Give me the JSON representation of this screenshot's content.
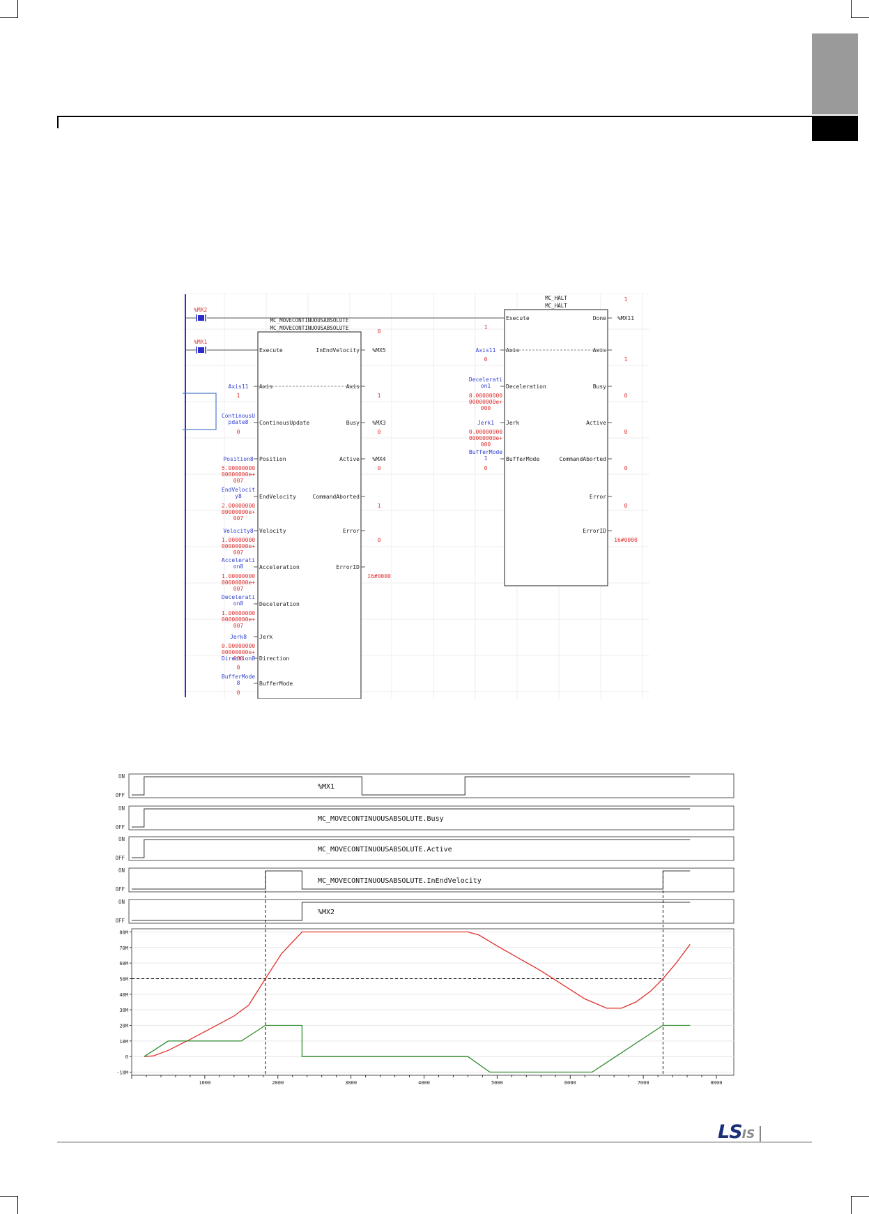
{
  "ladder": {
    "contacts": [
      {
        "label": "%MX2"
      },
      {
        "label": "%MX1"
      }
    ],
    "left_block": {
      "title": "MC_MOVECONTINUOUSABSOLUTE",
      "instance": "MC_MOVECONTINUOUSABSOLUTE",
      "inputs": [
        {
          "pin": "Execute",
          "var": "",
          "value": ""
        },
        {
          "pin": "Axis",
          "var": "Axis11",
          "value": "1"
        },
        {
          "pin": "ContinousUpdate",
          "var": "ContinousU\npdate8",
          "value": "0"
        },
        {
          "pin": "Position",
          "var": "Position8",
          "value": "5.00000000\n00000000e+\n007"
        },
        {
          "pin": "EndVelocity",
          "var": "EndVelocit\ny8",
          "value": "2.00000000\n00000000e+\n007"
        },
        {
          "pin": "Velocity",
          "var": "Velocity8",
          "value": "1.00000000\n00000000e+\n007"
        },
        {
          "pin": "Acceleration",
          "var": "Accelerati\non8",
          "value": "1.00000000\n00000000e+\n007"
        },
        {
          "pin": "Deceleration",
          "var": "Decelerati\non8",
          "value": "1.00000000\n00000000e+\n007"
        },
        {
          "pin": "Jerk",
          "var": "Jerk8",
          "value": "0.00000000\n00000000e+\n000"
        },
        {
          "pin": "Direction",
          "var": "Direction8",
          "value": "0"
        },
        {
          "pin": "BufferMode",
          "var": "BufferMode\n8",
          "value": "0"
        }
      ],
      "outputs": [
        {
          "pin": "InEndVelocity",
          "var": "%MX5",
          "value": "0"
        },
        {
          "pin": "Axis",
          "var": "",
          "value": "1"
        },
        {
          "pin": "Busy",
          "var": "%MX3",
          "value": "0"
        },
        {
          "pin": "Active",
          "var": "%MX4",
          "value": "0"
        },
        {
          "pin": "CommandAborted",
          "var": "",
          "value": "1"
        },
        {
          "pin": "Error",
          "var": "",
          "value": "0"
        },
        {
          "pin": "ErrorID",
          "var": "",
          "value": "16#0000"
        }
      ]
    },
    "right_block": {
      "title": "MC_HALT",
      "instance": "MC_HALT",
      "inputs": [
        {
          "pin": "Execute",
          "var": "",
          "value": "1"
        },
        {
          "pin": "Axis",
          "var": "Axis11",
          "value": "0"
        },
        {
          "pin": "Deceleration",
          "var": "Decelerati\non1",
          "value": "0.00000000\n00000000e+\n000"
        },
        {
          "pin": "Jerk",
          "var": "Jerk1",
          "value": "0.00000000\n00000000e+\n000"
        },
        {
          "pin": "BufferMode",
          "var": "BufferMode\n1",
          "value": "0"
        }
      ],
      "outputs": [
        {
          "pin": "Done",
          "var": "%MX11",
          "value": "1"
        },
        {
          "pin": "Axis",
          "var": "",
          "value": "1"
        },
        {
          "pin": "Busy",
          "var": "",
          "value": "0"
        },
        {
          "pin": "Active",
          "var": "",
          "value": "0"
        },
        {
          "pin": "CommandAborted",
          "var": "",
          "value": "0"
        },
        {
          "pin": "Error",
          "var": "",
          "value": "0"
        },
        {
          "pin": "ErrorID",
          "var": "",
          "value": "16#0000"
        }
      ]
    }
  },
  "timing": {
    "on_label": "ON",
    "off_label": "OFF",
    "signals": [
      {
        "name": "%MX1",
        "x": [
          0,
          170,
          170,
          3150,
          3150,
          4560,
          4560,
          7640
        ],
        "level": [
          0,
          0,
          1,
          1,
          0,
          0,
          1,
          1
        ]
      },
      {
        "name": "MC_MOVECONTINUOUSABSOLUTE.Busy",
        "x": [
          0,
          170,
          170,
          7640
        ],
        "level": [
          0,
          0,
          1,
          1
        ]
      },
      {
        "name": "MC_MOVECONTINUOUSABSOLUTE.Active",
        "x": [
          0,
          170,
          170,
          7640
        ],
        "level": [
          0,
          0,
          1,
          1
        ]
      },
      {
        "name": "MC_MOVECONTINUOUSABSOLUTE.InEndVelocity",
        "x": [
          0,
          1830,
          1830,
          2330,
          2330,
          7270,
          7270,
          7640
        ],
        "level": [
          0,
          0,
          1,
          1,
          0,
          0,
          1,
          1
        ]
      },
      {
        "name": "%MX2",
        "x": [
          0,
          2330,
          2330,
          7640
        ],
        "level": [
          0,
          0,
          1,
          1
        ]
      }
    ]
  },
  "chart_data": {
    "type": "line",
    "x_ticks": [
      "1000",
      "2000",
      "3000",
      "4000",
      "5000",
      "6000",
      "7000",
      "8000"
    ],
    "y_ticks": [
      "80M",
      "70M",
      "60M",
      "50M",
      "40M",
      "30M",
      "20M",
      "10M",
      "0",
      "-10M"
    ],
    "xlim": [
      0,
      8000
    ],
    "ylim": [
      -12,
      82
    ],
    "reference_lines": {
      "y": 50,
      "x": [
        1830,
        7270
      ]
    },
    "series": [
      {
        "color": "#e0302a",
        "x": [
          170,
          300,
          500,
          800,
          1000,
          1200,
          1400,
          1600,
          1830,
          2050,
          2330,
          3000,
          4000,
          4600,
          4750,
          5000,
          5300,
          5600,
          5900,
          6200,
          6500,
          6700,
          6900,
          7100,
          7270,
          7450,
          7640
        ],
        "y": [
          0,
          0.5,
          4,
          11,
          16,
          21,
          26,
          33,
          50,
          66,
          80,
          80,
          80,
          80,
          78,
          71,
          63,
          55,
          46,
          37,
          31,
          31,
          35,
          42,
          50,
          60,
          72
        ]
      },
      {
        "color": "#2c8a2c",
        "x": [
          170,
          500,
          1000,
          1500,
          1830,
          2330,
          2330,
          4600,
          4900,
          5500,
          6300,
          7270,
          7640
        ],
        "y": [
          0,
          10,
          10,
          10,
          20,
          20,
          0,
          0,
          -10,
          -10,
          -10,
          20,
          20
        ]
      }
    ]
  },
  "footer": {
    "logo_main": "LS",
    "logo_sub": "IS",
    "logo_bar": "|"
  }
}
